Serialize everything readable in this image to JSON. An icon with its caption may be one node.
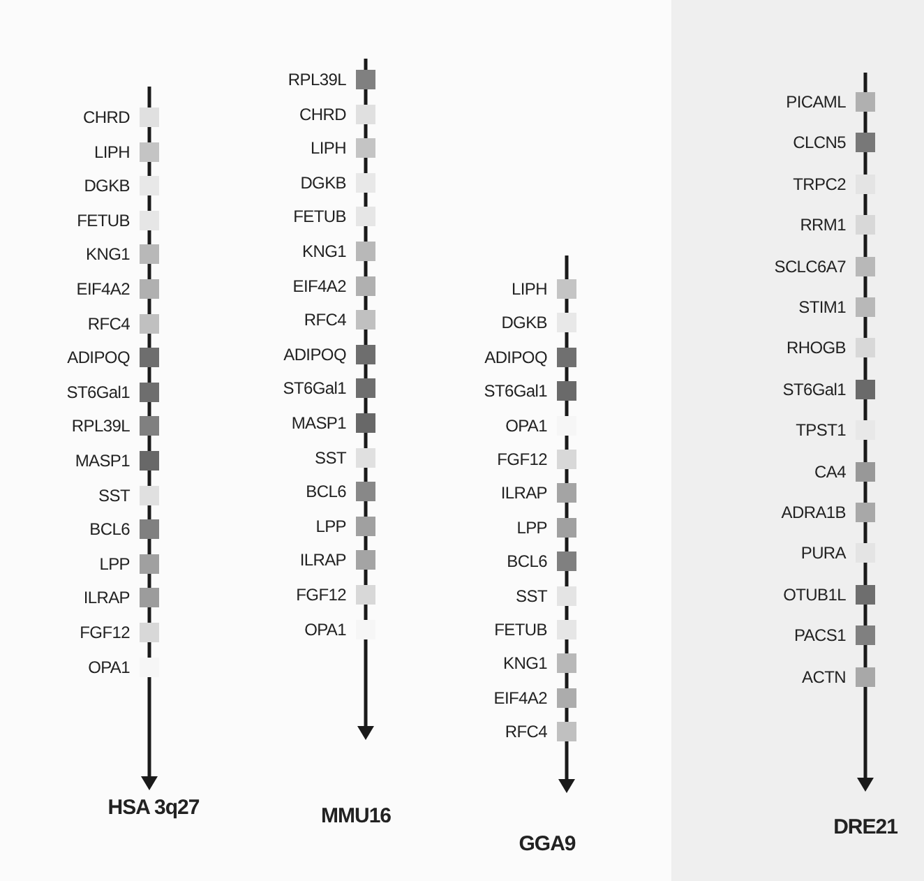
{
  "diagram": {
    "nodes": [
      {
        "text": [
          "HSA 3q27"
        ]
      },
      {
        "text": [
          "CHRD"
        ],
        "in": 0
      },
      {
        "text": [
          "LIPH"
        ],
        "in": 0
      },
      {
        "text": [
          "DGKB"
        ],
        "in": 0
      },
      {
        "text": [
          "FETUB"
        ],
        "in": 0
      },
      {
        "text": [
          "KNG1"
        ],
        "in": 0
      },
      {
        "text": [
          "EIF4A2"
        ],
        "in": 0
      },
      {
        "text": [
          "RFC4"
        ],
        "in": 0
      },
      {
        "text": [
          "ADIPOQ"
        ],
        "in": 0
      },
      {
        "text": [
          "ST6Gal1"
        ],
        "in": 0
      },
      {
        "text": [
          "RPL39L"
        ],
        "in": 0
      },
      {
        "text": [
          "MASP1"
        ],
        "in": 0
      },
      {
        "text": [
          "SST"
        ],
        "in": 0
      },
      {
        "text": [
          "BCL6"
        ],
        "in": 0
      },
      {
        "text": [
          "LPP"
        ],
        "in": 0
      },
      {
        "text": [
          "ILRAP"
        ],
        "in": 0
      },
      {
        "text": [
          "FGF12"
        ],
        "in": 0
      },
      {
        "text": [
          "OPA1"
        ],
        "in": 0
      },
      {
        "text": [
          "MMU16"
        ]
      },
      {
        "text": [
          "RPL39L"
        ],
        "in": 18
      },
      {
        "text": [
          "CHRD"
        ],
        "in": 18
      },
      {
        "text": [
          "LIPH"
        ],
        "in": 18
      },
      {
        "text": [
          "DGKB"
        ],
        "in": 18
      },
      {
        "text": [
          "FETUB"
        ],
        "in": 18
      },
      {
        "text": [
          "KNG1"
        ],
        "in": 18
      },
      {
        "text": [
          "EIF4A2"
        ],
        "in": 18
      },
      {
        "text": [
          "RFC4"
        ],
        "in": 18
      },
      {
        "text": [
          "ADIPOQ"
        ],
        "in": 18
      },
      {
        "text": [
          "ST6Gal1"
        ],
        "in": 18
      },
      {
        "text": [
          "MASP1"
        ],
        "in": 18
      },
      {
        "text": [
          "SST"
        ],
        "in": 18
      },
      {
        "text": [
          "BCL6"
        ],
        "in": 18
      },
      {
        "text": [
          "LPP"
        ],
        "in": 18
      },
      {
        "text": [
          "ILRAP"
        ],
        "in": 18
      },
      {
        "text": [
          "FGF12"
        ],
        "in": 18
      },
      {
        "text": [
          "OPA1"
        ],
        "in": 18
      },
      {
        "text": [
          "GGA9"
        ]
      },
      {
        "text": [
          "LIPH"
        ],
        "in": 36
      },
      {
        "text": [
          "DGKB"
        ],
        "in": 36
      },
      {
        "text": [
          "ADIPOQ"
        ],
        "in": 36
      },
      {
        "text": [
          "ST6Gal1"
        ],
        "in": 36
      },
      {
        "text": [
          "OPA1"
        ],
        "in": 36
      },
      {
        "text": [
          "FGF12"
        ],
        "in": 36
      },
      {
        "text": [
          "ILRAP"
        ],
        "in": 36
      },
      {
        "text": [
          "LPP"
        ],
        "in": 36
      },
      {
        "text": [
          "BCL6"
        ],
        "in": 36
      },
      {
        "text": [
          "SST"
        ],
        "in": 36
      },
      {
        "text": [
          "FETUB"
        ],
        "in": 36
      },
      {
        "text": [
          "KNG1"
        ],
        "in": 36
      },
      {
        "text": [
          "EIF4A2"
        ],
        "in": 36
      },
      {
        "text": [
          "RFC4"
        ],
        "in": 36
      },
      {
        "text": [
          "DRE21"
        ]
      },
      {
        "text": [
          "PICAML"
        ],
        "in": 51
      },
      {
        "text": [
          "CLCN5"
        ],
        "in": 51
      },
      {
        "text": [
          "TRPC2"
        ],
        "in": 51
      },
      {
        "text": [
          "RRM1"
        ],
        "in": 51
      },
      {
        "text": [
          "SCLC6A7"
        ],
        "in": 51
      },
      {
        "text": [
          "STIM1"
        ],
        "in": 51
      },
      {
        "text": [
          "RHOGB"
        ],
        "in": 51
      },
      {
        "text": [
          "ST6Gal1"
        ],
        "in": 51
      },
      {
        "text": [
          "TPST1"
        ],
        "in": 51
      },
      {
        "text": [
          "CA4"
        ],
        "in": 51
      },
      {
        "text": [
          "ADRA1B"
        ],
        "in": 51
      },
      {
        "text": [
          "PURA"
        ],
        "in": 51
      },
      {
        "text": [
          "OTUB1L"
        ],
        "in": 51
      },
      {
        "text": [
          "PACS1"
        ],
        "in": 51
      },
      {
        "text": [
          "ACTN"
        ],
        "in": 51
      }
    ]
  }
}
